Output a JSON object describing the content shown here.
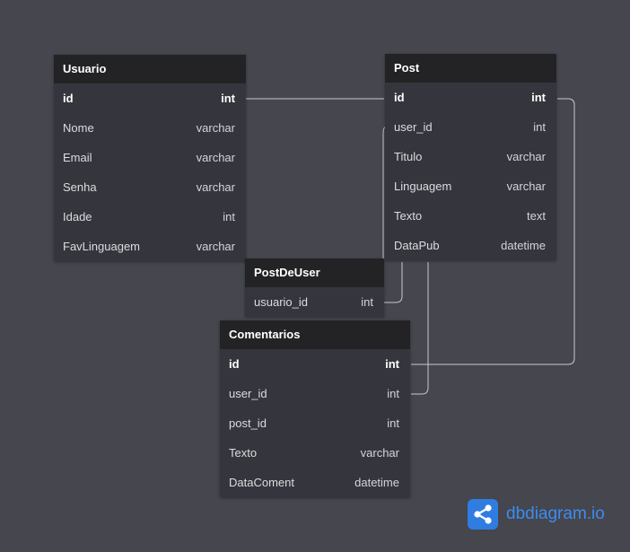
{
  "tables": [
    {
      "name": "Usuario",
      "fields": [
        {
          "name": "id",
          "type": "int",
          "pk": true
        },
        {
          "name": "Nome",
          "type": "varchar"
        },
        {
          "name": "Email",
          "type": "varchar"
        },
        {
          "name": "Senha",
          "type": "varchar"
        },
        {
          "name": "Idade",
          "type": "int"
        },
        {
          "name": "FavLinguagem",
          "type": "varchar"
        }
      ]
    },
    {
      "name": "Post",
      "fields": [
        {
          "name": "id",
          "type": "int",
          "pk": true
        },
        {
          "name": "user_id",
          "type": "int"
        },
        {
          "name": "Titulo",
          "type": "varchar"
        },
        {
          "name": "Linguagem",
          "type": "varchar"
        },
        {
          "name": "Texto",
          "type": "text"
        },
        {
          "name": "DataPub",
          "type": "datetime"
        }
      ]
    },
    {
      "name": "PostDeUser",
      "fields": [
        {
          "name": "usuario_id",
          "type": "int"
        }
      ]
    },
    {
      "name": "Comentarios",
      "fields": [
        {
          "name": "id",
          "type": "int",
          "pk": true
        },
        {
          "name": "user_id",
          "type": "int"
        },
        {
          "name": "post_id",
          "type": "int"
        },
        {
          "name": "Texto",
          "type": "varchar"
        },
        {
          "name": "DataComent",
          "type": "datetime"
        }
      ]
    }
  ],
  "brand": {
    "text": "dbdiagram.io",
    "icon": "share-nodes-icon",
    "color": "#3d8cf0"
  },
  "colors": {
    "background": "#45464e",
    "header": "#232325",
    "body": "#35363d",
    "connector": "#c9c9cf"
  }
}
